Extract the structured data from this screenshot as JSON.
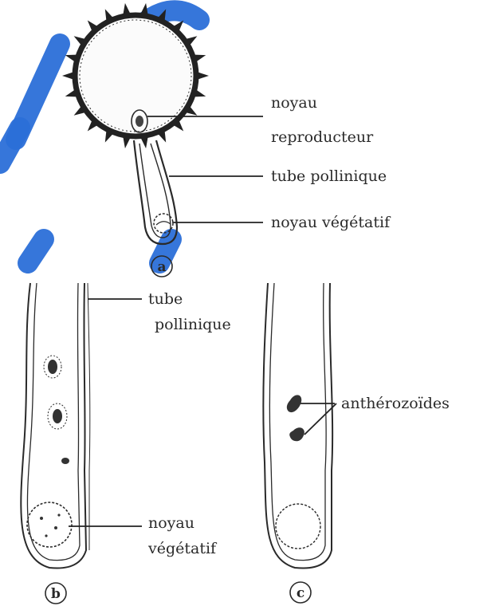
{
  "labels": {
    "noyau_reproducteur": [
      "noyau",
      "reproducteur"
    ],
    "tube_pollinique_a": "tube pollinique",
    "noyau_vegetatif_a": "noyau végétatif",
    "tube_pollinique_b": [
      "tube",
      "pollinique"
    ],
    "noyau_vegetatif_b": [
      "noyau",
      "végétatif"
    ],
    "antherozoides": "anthérozoïdes"
  },
  "panels": {
    "a": "a",
    "b": "b",
    "c": "c"
  },
  "colors": {
    "ink": "#2a2a2a",
    "watermark": "#2b6fd8"
  }
}
